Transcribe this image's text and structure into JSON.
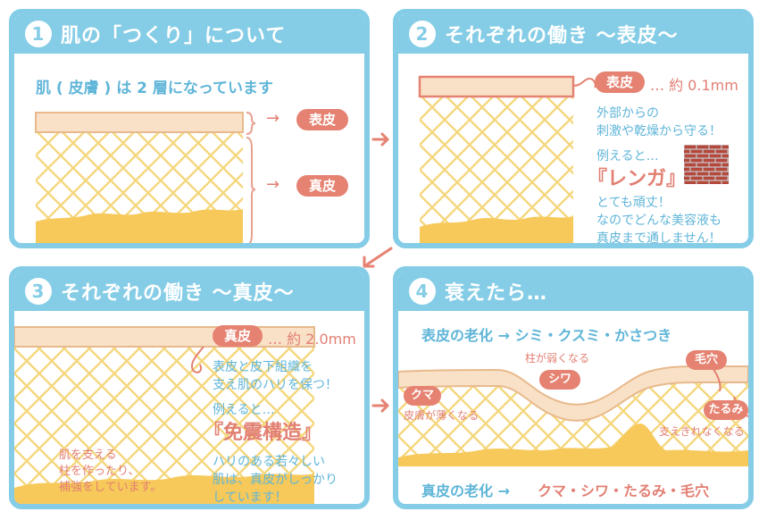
{
  "panel1": {
    "number": "1",
    "title": "肌の「つくり」について",
    "intro": "肌 ( 皮膚 ) は 2 層になっています",
    "epidermis_label": "表皮",
    "dermis_label": "真皮",
    "arrow": "→"
  },
  "panel2": {
    "number": "2",
    "title": "それぞれの働き 〜表皮〜",
    "badge": "表皮",
    "thickness": "… 約 0.1mm",
    "desc1": "外部からの",
    "desc2": "刺激や乾燥から守る！",
    "example": "例えると…",
    "example_word": "『レンガ』",
    "note1": "とても頑丈！",
    "note2": "なのでどんな美容液も",
    "note3": "真皮まで通しません！",
    "brick_icon": "brick-wall-icon"
  },
  "panel3": {
    "number": "3",
    "title": "それぞれの働き 〜真皮〜",
    "badge": "真皮",
    "thickness": "… 約 2.0mm",
    "desc1": "表皮と皮下組織を",
    "desc2": "支え肌のハリを保つ！",
    "example": "例えると…",
    "example_word": "『免震構造』",
    "note1": "ハリのある若々しい",
    "note2": "肌は、真皮がしっかり",
    "note3": "しています！",
    "side1": "肌を支える",
    "side2": "柱を作ったり、",
    "side3": "補強をしています。"
  },
  "panel4": {
    "number": "4",
    "title": "衰えたら…",
    "epi_aging": "表皮の老化 → シミ・クスミ・かさつき",
    "derm_aging_prefix": "真皮の老化 →",
    "derm_aging_items": "クマ・シワ・たるみ・毛穴",
    "kuma": "クマ",
    "kuma_note": "皮膚が薄くなる",
    "shiwa": "シワ",
    "shiwa_note": "柱が弱くなる",
    "keana": "毛穴",
    "tarumi": "たるみ",
    "tarumi_note": "支えきれなくなる"
  },
  "colors": {
    "frame": "#85cde6",
    "epidermis": "#f8e1c6",
    "epidermis_border": "#e8b98c",
    "mesh": "#f5d77e",
    "fat": "#f6c95a",
    "accent": "#e58272",
    "text_blue": "#5fb5d8"
  }
}
